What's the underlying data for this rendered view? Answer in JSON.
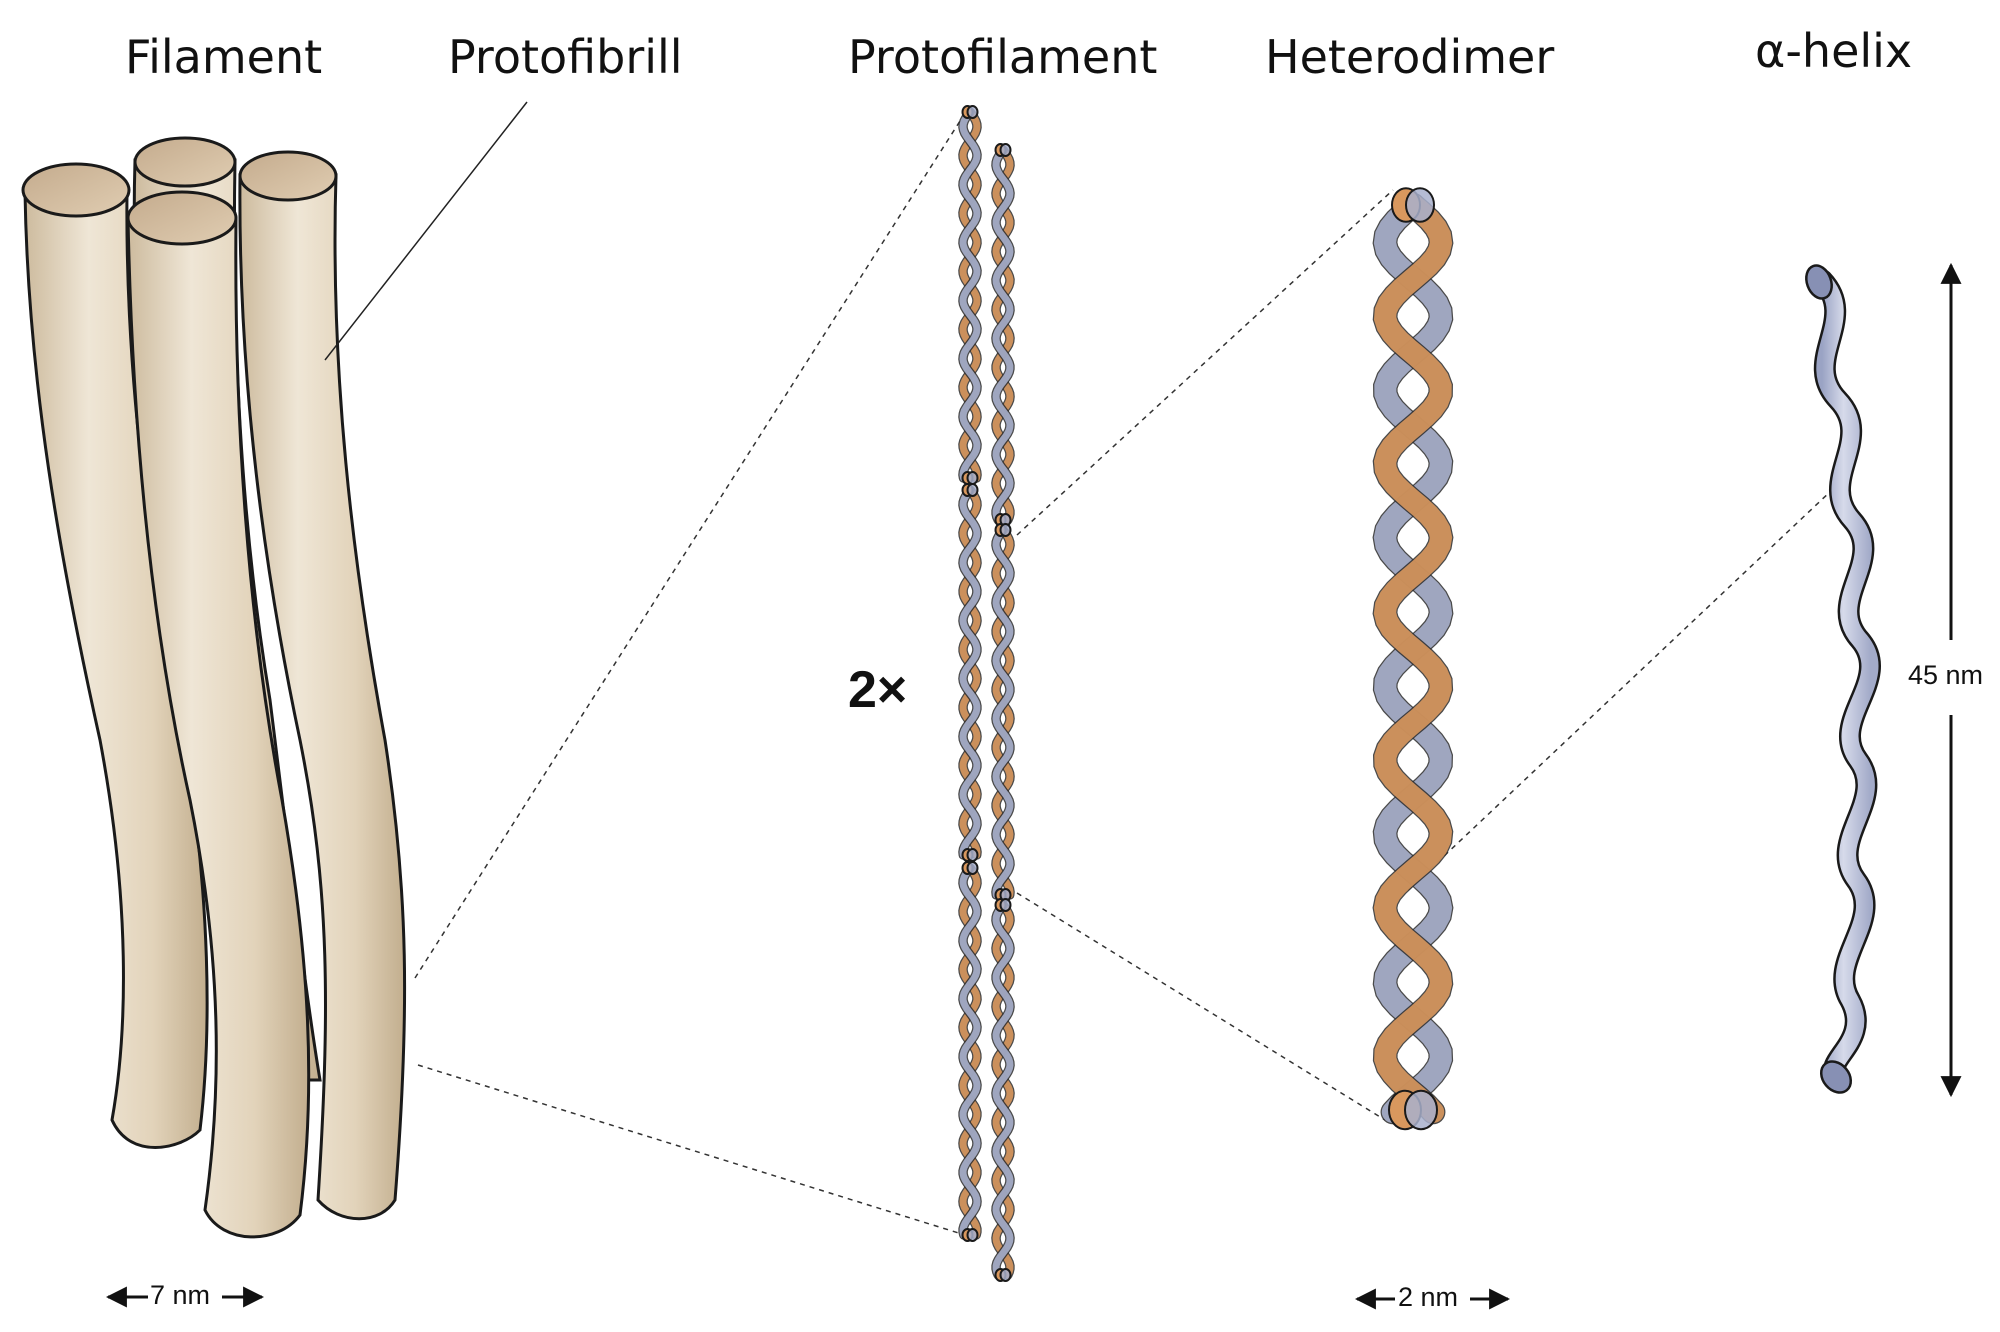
{
  "stages": [
    {
      "id": "filament",
      "label": "Filament"
    },
    {
      "id": "protofibril",
      "label": "Protofibrill"
    },
    {
      "id": "protofilament",
      "label": "Protofilament"
    },
    {
      "id": "heterodimer",
      "label": "Heterodimer"
    },
    {
      "id": "alpha-helix",
      "label": "α-helix"
    }
  ],
  "multiplier": "2×",
  "scale_labels": {
    "filament_width": "7 nm",
    "heterodimer_width": "2 nm",
    "helix_length": "45 nm"
  },
  "colors": {
    "filament_fill": "#e8dcc7",
    "filament_outline": "#1a1a1a",
    "chain_orange": "#d9985e",
    "chain_blue": "#a8b0cc",
    "helix_fill": "#b9bfd8"
  }
}
